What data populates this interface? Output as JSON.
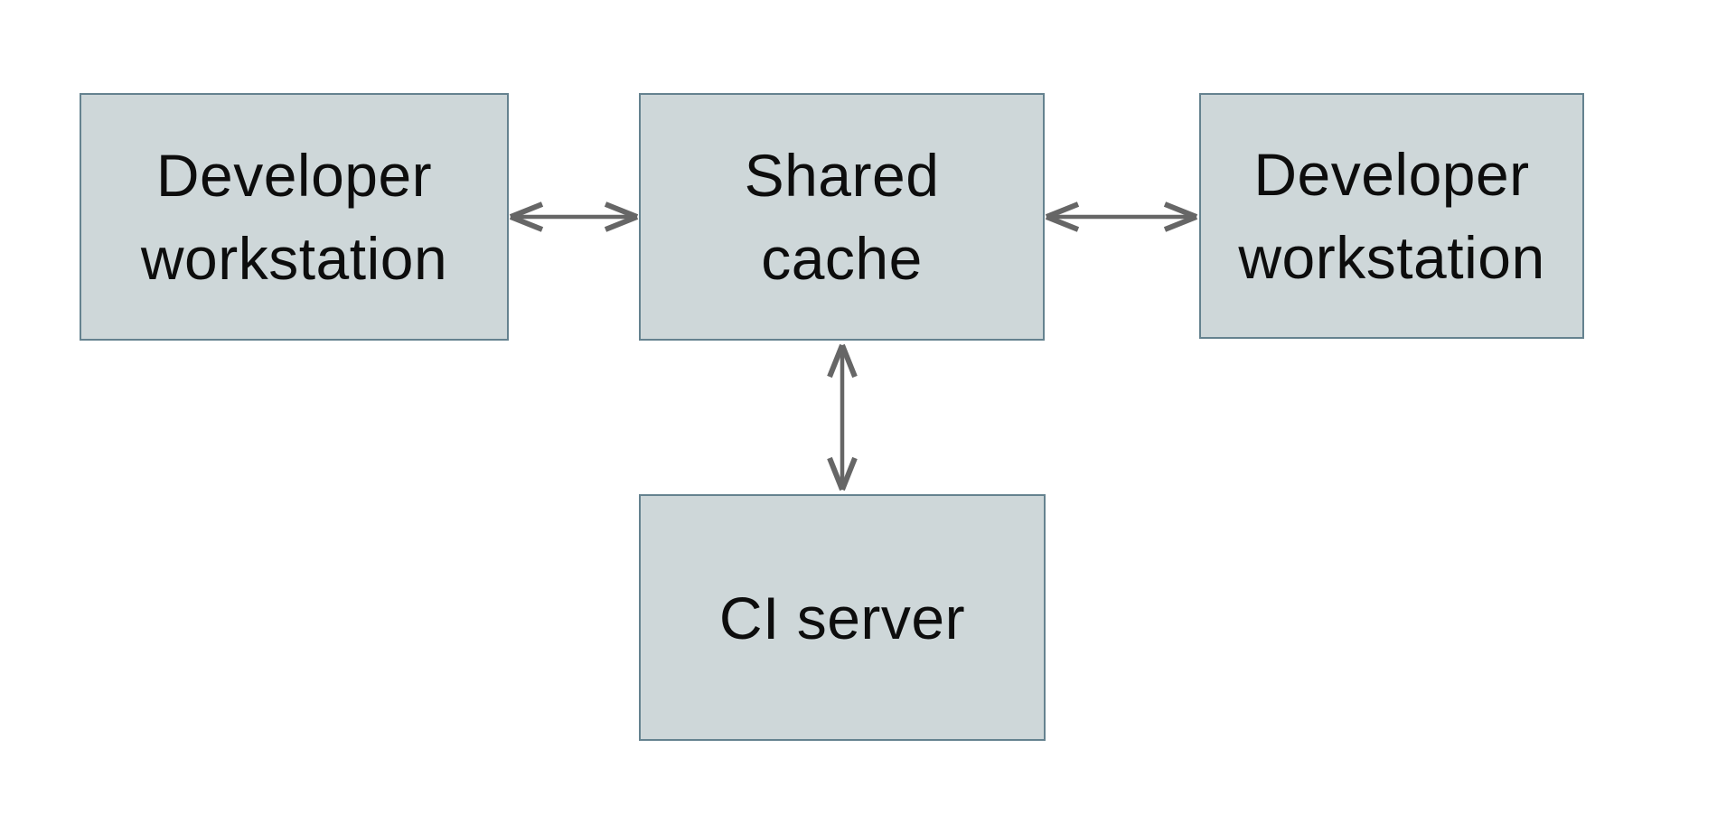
{
  "diagram": {
    "type": "architecture-diagram",
    "colors": {
      "background": "#ffffff",
      "box_fill": "#ced7d9",
      "box_border": "#65828f",
      "arrow": "#666666",
      "text": "#0d0d0d"
    },
    "nodes": [
      {
        "id": "developer-workstation-left",
        "label": "Developer workstation",
        "lines": [
          "Developer",
          "workstation"
        ]
      },
      {
        "id": "shared-cache",
        "label": "Shared cache",
        "lines": [
          "Shared",
          "cache"
        ]
      },
      {
        "id": "developer-workstation-right",
        "label": "Developer workstation",
        "lines": [
          "Developer",
          "workstation"
        ]
      },
      {
        "id": "ci-server",
        "label": "CI server",
        "lines": [
          "CI server"
        ]
      }
    ],
    "edges": [
      {
        "from": "developer-workstation-left",
        "to": "shared-cache",
        "direction": "bidirectional"
      },
      {
        "from": "shared-cache",
        "to": "developer-workstation-right",
        "direction": "bidirectional"
      },
      {
        "from": "shared-cache",
        "to": "ci-server",
        "direction": "bidirectional"
      }
    ]
  }
}
